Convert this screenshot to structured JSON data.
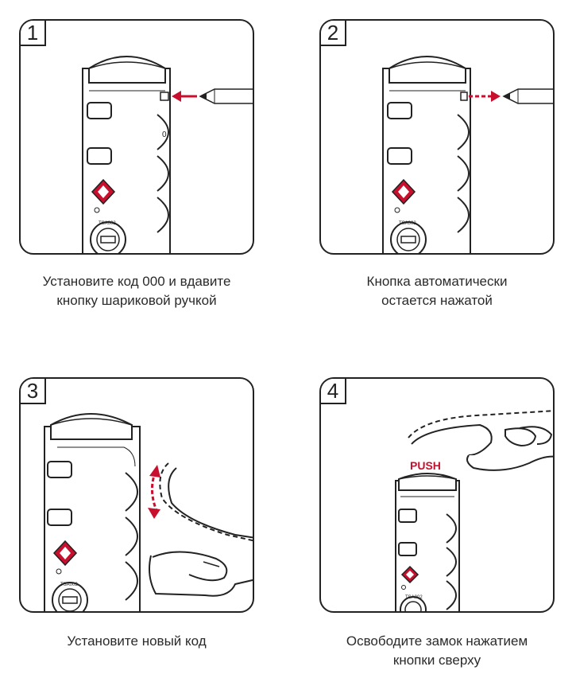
{
  "steps": [
    {
      "number": "1",
      "caption_line1": "Установите код 000 и вдавите",
      "caption_line2": "кнопку шариковой ручкой"
    },
    {
      "number": "2",
      "caption_line1": "Кнопка автоматически",
      "caption_line2": "остается нажатой"
    },
    {
      "number": "3",
      "caption_line1": "Установите новый код",
      "caption_line2": ""
    },
    {
      "number": "4",
      "caption_line1": "Освободите замок нажатием",
      "caption_line2": "кнопки сверху"
    }
  ],
  "labels": {
    "push": "PUSH",
    "lock_brand": "TSA002",
    "dial_digit": "0"
  },
  "colors": {
    "accent_red": "#c8102e",
    "outline": "#222222"
  },
  "icons": [
    "pen-icon",
    "arrow-icon",
    "tsa-diamond-icon",
    "keyhole-icon",
    "hand-icon"
  ]
}
